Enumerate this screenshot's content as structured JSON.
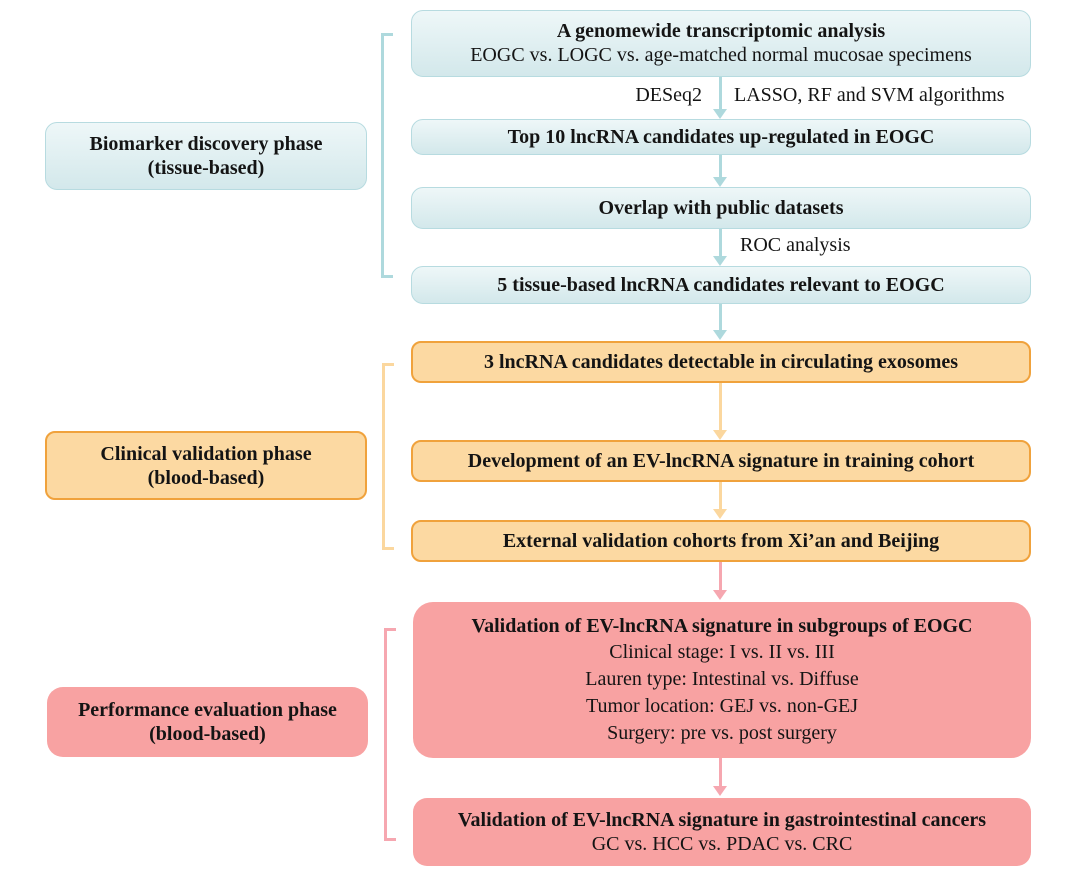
{
  "colors": {
    "teal_fill_top": "#eef7f8",
    "teal_fill_bottom": "#d3e8eb",
    "teal_border": "#b7dbe0",
    "teal_arrow": "#aed9dd",
    "orange_fill": "#fcd9a2",
    "orange_border": "#f0a23c",
    "orange_arrow": "#fbd79e",
    "pink_fill": "#f8a2a2",
    "pink_arrow": "#f6a7b0",
    "text": "#141414"
  },
  "phase_labels": {
    "discovery": {
      "line1": "Biomarker discovery phase",
      "line2": "(tissue-based)"
    },
    "validation": {
      "line1": "Clinical validation phase",
      "line2": "(blood-based)"
    },
    "evaluation": {
      "line1": "Performance evaluation phase",
      "line2": "(blood-based)"
    }
  },
  "flow": {
    "box1": {
      "title": "A genomewide transcriptomic analysis",
      "subtitle": "EOGC vs. LOGC vs. age-matched normal mucosae specimens"
    },
    "arrow1": {
      "label_left": "DESeq2",
      "label_right": "LASSO, RF and SVM algorithms"
    },
    "box2": {
      "title": "Top 10 lncRNA candidates up-regulated in EOGC"
    },
    "box3": {
      "title": "Overlap with public datasets"
    },
    "arrow3": {
      "label": "ROC analysis"
    },
    "box4": {
      "title": "5 tissue-based lncRNA candidates relevant to EOGC"
    },
    "box5": {
      "title": "3 lncRNA candidates detectable in circulating exosomes"
    },
    "box6": {
      "title": "Development of an EV-lncRNA signature in training cohort"
    },
    "box7": {
      "title": "External validation cohorts from Xi’an and Beijing"
    },
    "box8": {
      "title": "Validation of EV-lncRNA signature in subgroups of EOGC",
      "lines": [
        "Clinical stage: I vs. II vs. III",
        "Lauren type: Intestinal vs. Diffuse",
        "Tumor location: GEJ vs. non-GEJ",
        "Surgery: pre vs. post surgery"
      ]
    },
    "box9": {
      "title": "Validation of EV-lncRNA signature in gastrointestinal cancers",
      "subtitle": "GC vs. HCC vs. PDAC vs. CRC"
    }
  }
}
